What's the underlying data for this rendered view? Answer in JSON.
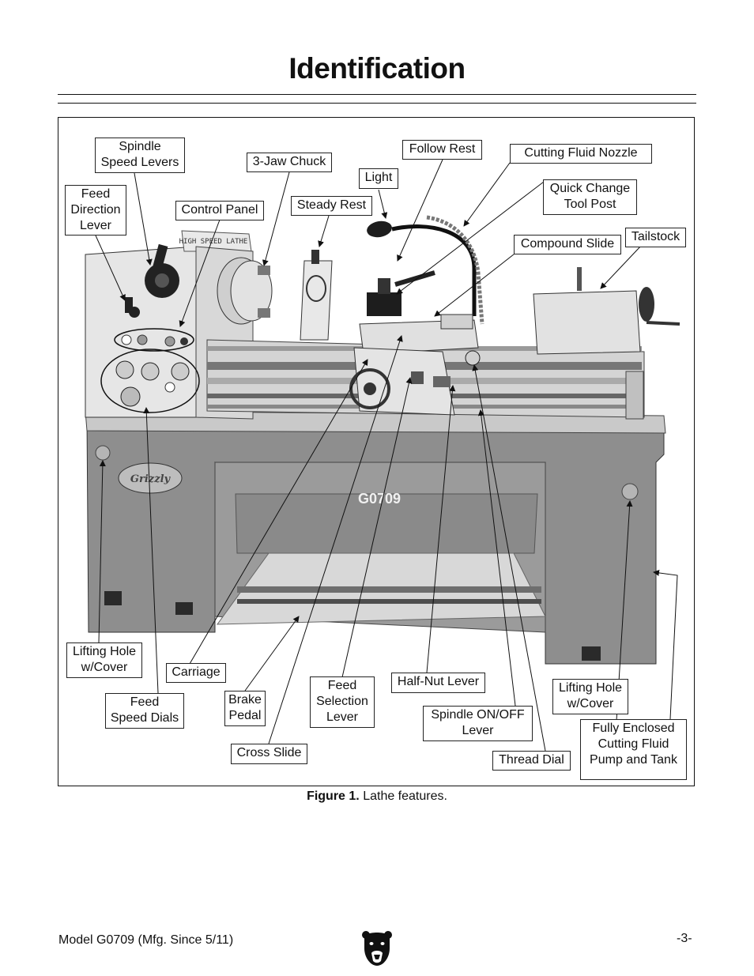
{
  "page": {
    "title": "Identification",
    "caption_bold": "Figure 1.",
    "caption_text": " Lathe features.",
    "footer_left": "Model G0709 (Mfg. Since 5/11)",
    "footer_right": "-3-"
  },
  "machine": {
    "nameplate": "HIGH SPEED LATHE",
    "model_badge": "G0709",
    "brand_badge": "Grizzly"
  },
  "labels": {
    "spindle_speed_levers": "Spindle\nSpeed Levers",
    "feed_direction_lever": "Feed\nDirection\nLever",
    "control_panel": "Control Panel",
    "three_jaw_chuck": "3-Jaw Chuck",
    "steady_rest": "Steady Rest",
    "light": "Light",
    "follow_rest": "Follow Rest",
    "cutting_fluid_nozzle": "Cutting Fluid Nozzle",
    "quick_change_tool_post": "Quick Change\nTool Post",
    "compound_slide": "Compound Slide",
    "tailstock": "Tailstock",
    "lifting_hole_left": "Lifting Hole\nw/Cover",
    "carriage": "Carriage",
    "feed_speed_dials": "Feed\nSpeed Dials",
    "brake_pedal": "Brake\nPedal",
    "feed_selection_lever": "Feed\nSelection\nLever",
    "half_nut_lever": "Half-Nut Lever",
    "spindle_on_off_lever": "Spindle ON/OFF\nLever",
    "lifting_hole_right": "Lifting Hole\nw/Cover",
    "cross_slide": "Cross Slide",
    "thread_dial": "Thread Dial",
    "fully_enclosed_pump": "Fully Enclosed\nCutting Fluid\nPump and Tank"
  },
  "colors": {
    "ink": "#111111",
    "stand_gray": "#8e8e8e",
    "bed_light": "#d4d4d4",
    "metal_dark": "#2a2a2a"
  }
}
